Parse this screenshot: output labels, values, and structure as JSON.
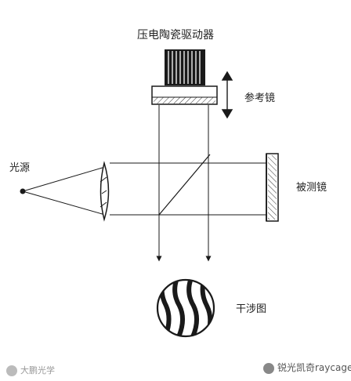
{
  "labels": {
    "piezo_driver": "压电陶瓷驱动器",
    "reference_mirror": "参考镜",
    "light_source": "光源",
    "test_mirror": "被测镜",
    "interferogram": "干涉图"
  },
  "watermarks": {
    "left": "大鹏光学",
    "right": "锐光凯奇raycage"
  },
  "colors": {
    "ink": "#1a1a1a",
    "hatch": "#333333"
  }
}
